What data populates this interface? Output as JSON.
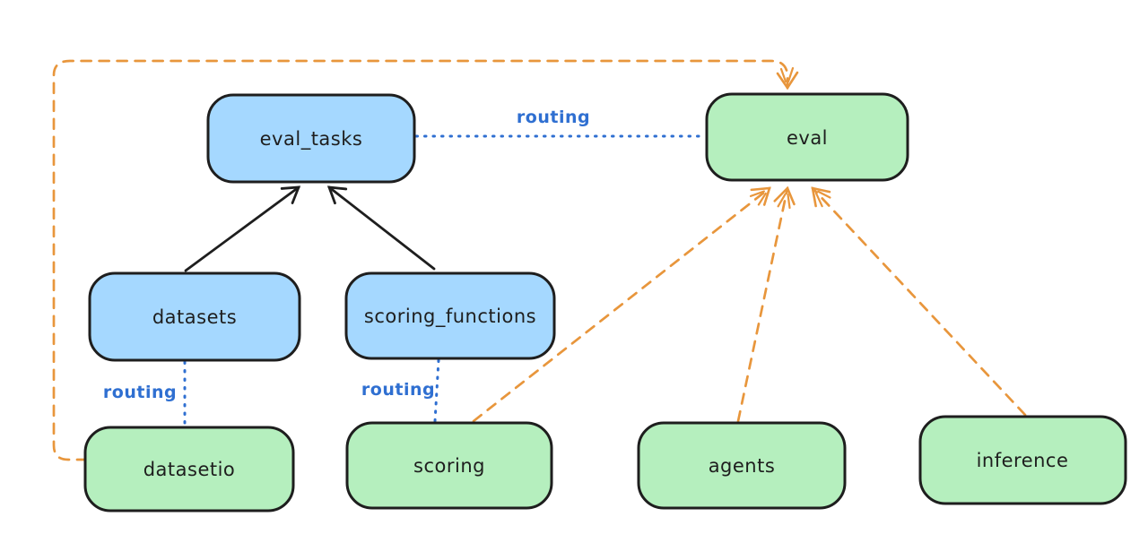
{
  "diagram": {
    "background": "#ffffff",
    "colors": {
      "node_blue_fill": "#a5d8ff",
      "node_green_fill": "#b5efbe",
      "node_stroke": "#1e1e1e",
      "routing_blue": "#2f6fd1",
      "orange_dashed": "#e8963c",
      "black_arrow": "#1e1e1e"
    },
    "nodes": [
      {
        "id": "eval_tasks",
        "label": "eval_tasks",
        "fill": "blue"
      },
      {
        "id": "eval",
        "label": "eval",
        "fill": "green"
      },
      {
        "id": "datasets",
        "label": "datasets",
        "fill": "blue"
      },
      {
        "id": "scoring_functions",
        "label": "scoring_functions",
        "fill": "blue"
      },
      {
        "id": "datasetio",
        "label": "datasetio",
        "fill": "green"
      },
      {
        "id": "scoring",
        "label": "scoring",
        "fill": "green"
      },
      {
        "id": "agents",
        "label": "agents",
        "fill": "green"
      },
      {
        "id": "inference",
        "label": "inference",
        "fill": "green"
      }
    ],
    "edges": [
      {
        "from": "datasets",
        "to": "eval_tasks",
        "type": "solid-arrow",
        "label": ""
      },
      {
        "from": "scoring_functions",
        "to": "eval_tasks",
        "type": "solid-arrow",
        "label": ""
      },
      {
        "from": "eval_tasks",
        "to": "eval",
        "type": "dotted",
        "label": "routing"
      },
      {
        "from": "datasets",
        "to": "datasetio",
        "type": "dotted",
        "label": "routing"
      },
      {
        "from": "scoring_functions",
        "to": "scoring",
        "type": "dotted",
        "label": "routing"
      },
      {
        "from": "scoring",
        "to": "eval",
        "type": "dashed-arrow",
        "label": ""
      },
      {
        "from": "agents",
        "to": "eval",
        "type": "dashed-arrow",
        "label": ""
      },
      {
        "from": "inference",
        "to": "eval",
        "type": "dashed-arrow",
        "label": ""
      },
      {
        "from": "datasetio",
        "to": "eval",
        "type": "dashed-arrow",
        "route": "left-top-loop",
        "label": ""
      }
    ]
  }
}
